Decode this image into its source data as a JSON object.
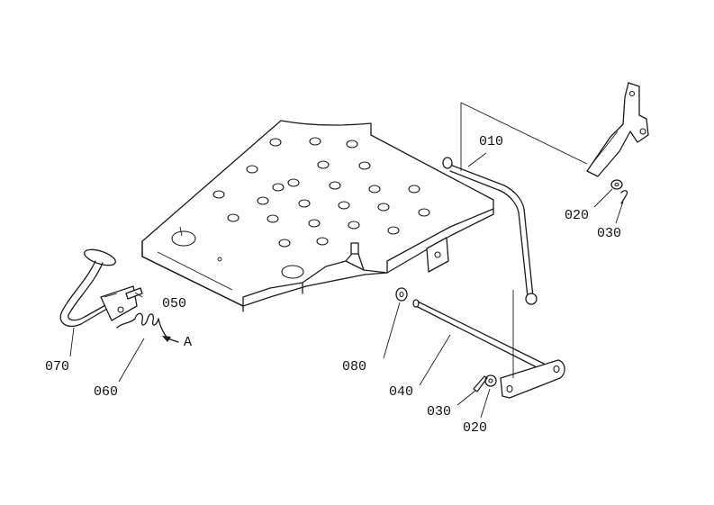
{
  "callouts": [
    {
      "id": "p010",
      "text": "010"
    },
    {
      "id": "p020a",
      "text": "020"
    },
    {
      "id": "p030a",
      "text": "030"
    },
    {
      "id": "p050",
      "text": "050"
    },
    {
      "id": "p070",
      "text": "070"
    },
    {
      "id": "p060",
      "text": "060"
    },
    {
      "id": "pA",
      "text": "A"
    },
    {
      "id": "p080",
      "text": "080"
    },
    {
      "id": "p040",
      "text": "040"
    },
    {
      "id": "p030b",
      "text": "030"
    },
    {
      "id": "p020b",
      "text": "020"
    }
  ]
}
